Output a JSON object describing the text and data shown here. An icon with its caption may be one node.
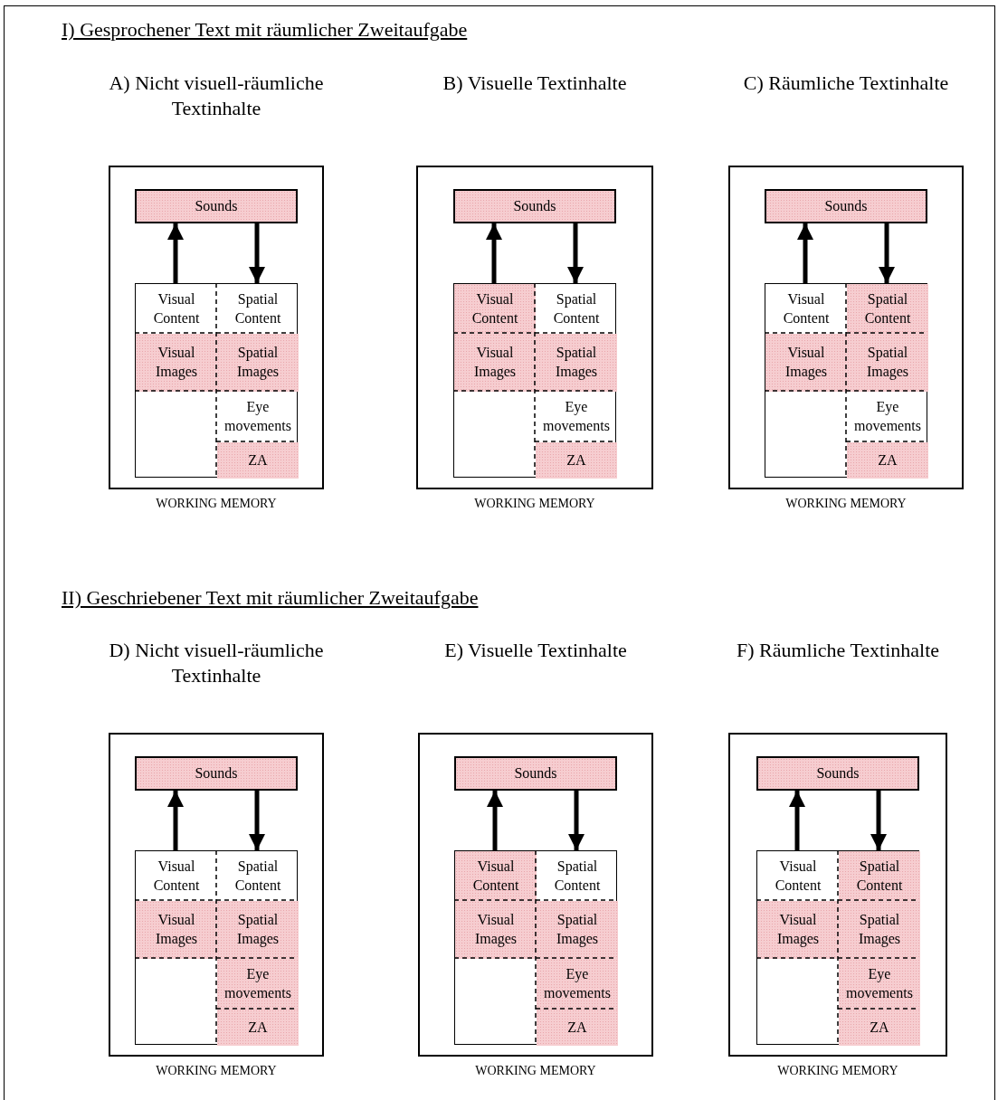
{
  "diagram": {
    "nodes": [
      {
        "text": [
          "A) Nicht visuell-räumliche Textinhalte"
        ],
        "beside": [
          "WORKING MEMORY"
        ]
      },
      {
        "text": [
          "Sounds"
        ],
        "in": 0
      },
      {
        "text": [],
        "shape": "box",
        "in": 0
      },
      {
        "text": [
          "Visual Content"
        ],
        "in": 2
      },
      {
        "text": [
          "Spatial Content"
        ],
        "in": 2
      },
      {
        "text": [
          "Visual Images"
        ],
        "in": 2
      },
      {
        "text": [
          "Spatial Images"
        ],
        "in": 2
      },
      {
        "text": [
          "Eye movements"
        ],
        "in": 2
      },
      {
        "text": [
          "ZA"
        ],
        "in": 2
      },
      {
        "text": [
          "B) Visuelle Textinhalte"
        ],
        "beside": [
          "WORKING MEMORY"
        ]
      },
      {
        "text": [
          "Sounds"
        ],
        "in": 9
      },
      {
        "text": [],
        "shape": "box",
        "in": 9
      },
      {
        "text": [
          "Visual Content"
        ],
        "in": 11
      },
      {
        "text": [
          "Spatial Content"
        ],
        "in": 11
      },
      {
        "text": [
          "Visual Images"
        ],
        "in": 11
      },
      {
        "text": [
          "Spatial Images"
        ],
        "in": 11
      },
      {
        "text": [
          "Eye movements"
        ],
        "in": 11
      },
      {
        "text": [
          "ZA"
        ],
        "in": 11
      },
      {
        "text": [
          "C) Räumliche Textinhalte"
        ],
        "beside": [
          "WORKING MEMORY"
        ]
      },
      {
        "text": [
          "Sounds"
        ],
        "in": 18
      },
      {
        "text": [],
        "shape": "box",
        "in": 18
      },
      {
        "text": [
          "Visual Content"
        ],
        "in": 20
      },
      {
        "text": [
          "Spatial Content"
        ],
        "in": 20
      },
      {
        "text": [
          "Visual Images"
        ],
        "in": 20
      },
      {
        "text": [
          "Spatial Images"
        ],
        "in": 20
      },
      {
        "text": [
          "Eye movements"
        ],
        "in": 20
      },
      {
        "text": [
          "ZA"
        ],
        "in": 20
      },
      {
        "text": [
          "D) Nicht visuell-räumliche Textinhalte"
        ],
        "beside": [
          "WORKING MEMORY"
        ]
      },
      {
        "text": [
          "Sounds"
        ],
        "in": 27
      },
      {
        "text": [],
        "shape": "box",
        "in": 27
      },
      {
        "text": [
          "Visual Content"
        ],
        "in": 29
      },
      {
        "text": [
          "Spatial Content"
        ],
        "in": 29
      },
      {
        "text": [
          "Visual Images"
        ],
        "in": 29
      },
      {
        "text": [
          "Spatial Images"
        ],
        "in": 29
      },
      {
        "text": [
          "Eye movements"
        ],
        "in": 29
      },
      {
        "text": [
          "ZA"
        ],
        "in": 29
      },
      {
        "text": [
          "E) Visuelle Textinhalte"
        ],
        "beside": [
          "WORKING MEMORY"
        ]
      },
      {
        "text": [
          "Sounds"
        ],
        "in": 36
      },
      {
        "text": [],
        "shape": "box",
        "in": 36
      },
      {
        "text": [
          "Visual Content"
        ],
        "in": 38
      },
      {
        "text": [
          "Spatial Content"
        ],
        "in": 38
      },
      {
        "text": [
          "Visual Images"
        ],
        "in": 38
      },
      {
        "text": [
          "Spatial Images"
        ],
        "in": 38
      },
      {
        "text": [
          "Eye movements"
        ],
        "in": 38
      },
      {
        "text": [
          "ZA"
        ],
        "in": 38
      },
      {
        "text": [
          "F) Räumliche Textinhalte"
        ],
        "beside": [
          "WORKING MEMORY"
        ]
      },
      {
        "text": [
          "Sounds"
        ],
        "in": 45
      },
      {
        "text": [],
        "shape": "box",
        "in": 45
      },
      {
        "text": [
          "Visual Content"
        ],
        "in": 47
      },
      {
        "text": [
          "Spatial Content"
        ],
        "in": 47
      },
      {
        "text": [
          "Visual Images"
        ],
        "in": 47
      },
      {
        "text": [
          "Spatial Images"
        ],
        "in": 47
      },
      {
        "text": [
          "Eye movements"
        ],
        "in": 47
      },
      {
        "text": [
          "ZA"
        ],
        "in": 47
      }
    ],
    "edges": [
      {
        "from": 3,
        "to": 1,
        "arrow": "to"
      },
      {
        "from": 1,
        "to": 4,
        "arrow": "to"
      },
      {
        "from": 12,
        "to": 10,
        "arrow": "to"
      },
      {
        "from": 10,
        "to": 13,
        "arrow": "to"
      },
      {
        "from": 21,
        "to": 19,
        "arrow": "to"
      },
      {
        "from": 19,
        "to": 22,
        "arrow": "to"
      },
      {
        "from": 30,
        "to": 28,
        "arrow": "to"
      },
      {
        "from": 28,
        "to": 31,
        "arrow": "to"
      },
      {
        "from": 39,
        "to": 37,
        "arrow": "to"
      },
      {
        "from": 37,
        "to": 40,
        "arrow": "to"
      },
      {
        "from": 48,
        "to": 46,
        "arrow": "to"
      },
      {
        "from": 46,
        "to": 49,
        "arrow": "to"
      }
    ],
    "labels": [
      "I) Gesprochener Text mit räumlicher Zweitaufgabe",
      "II) Geschriebener Text mit räumlicher Zweitaufgabe"
    ]
  }
}
